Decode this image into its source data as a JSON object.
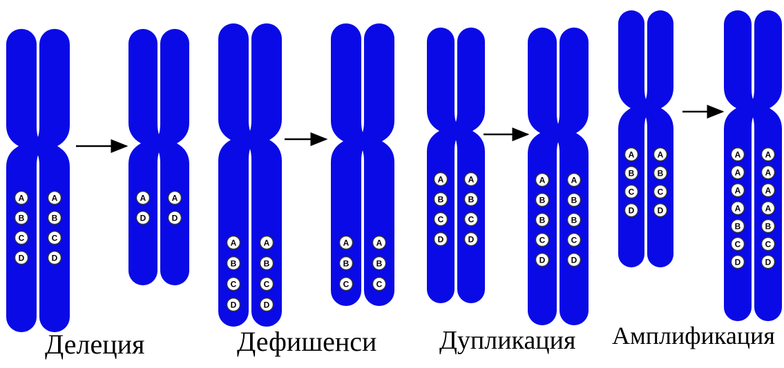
{
  "chromosome_color": "#0a0ae6",
  "arrow_color": "#000000",
  "gene_circle_fill": "#ffffff",
  "gene_text_color": "#000000",
  "panels": [
    {
      "label": "Делеция",
      "before_genes": [
        "A",
        "B",
        "C",
        "D"
      ],
      "after_genes": [
        "A",
        "D"
      ]
    },
    {
      "label": "Дефишенси",
      "before_genes": [
        "A",
        "B",
        "C",
        "D"
      ],
      "after_genes": [
        "A",
        "B",
        "C"
      ]
    },
    {
      "label": "Дупликация",
      "before_genes": [
        "A",
        "B",
        "C",
        "D"
      ],
      "after_genes": [
        "A",
        "B",
        "B",
        "C",
        "D"
      ]
    },
    {
      "label": "Амплификация",
      "before_genes": [
        "A",
        "B",
        "C",
        "D"
      ],
      "after_genes": [
        "A",
        "A",
        "A",
        "A",
        "B",
        "C",
        "D"
      ]
    }
  ]
}
